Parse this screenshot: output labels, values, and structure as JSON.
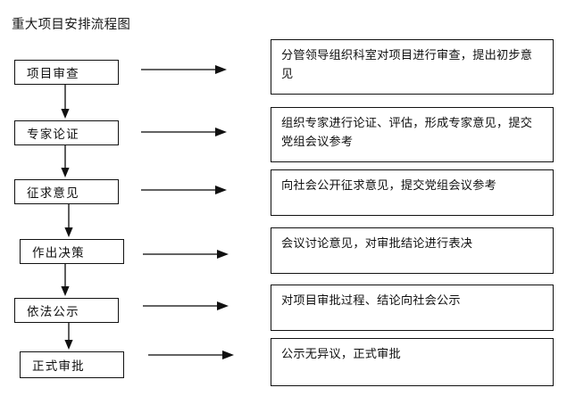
{
  "diagram": {
    "title": "重大项目安排流程图",
    "type": "flowchart",
    "orientation": "vertical-with-annotations",
    "stages": [
      {
        "step": "项目审查",
        "description": "分管领导组织科室对项目进行审查，提出初步意见"
      },
      {
        "step": "专家论证",
        "description": "组织专家进行论证、评估，形成专家意见，提交党组会议参考"
      },
      {
        "step": "征求意见",
        "description": "向社会公开征求意见，提交党组会议参考"
      },
      {
        "step": "作出决策",
        "description": "会议讨论意见，对审批结论进行表决"
      },
      {
        "step": "依法公示",
        "description": "对项目审批过程、结论向社会公示"
      },
      {
        "step": "正式审批",
        "description": "公示无异议，正式审批"
      }
    ],
    "colors": {
      "background": "#ffffff",
      "border": "#111111",
      "text": "#111111",
      "arrow": "#4d4d4d"
    }
  }
}
